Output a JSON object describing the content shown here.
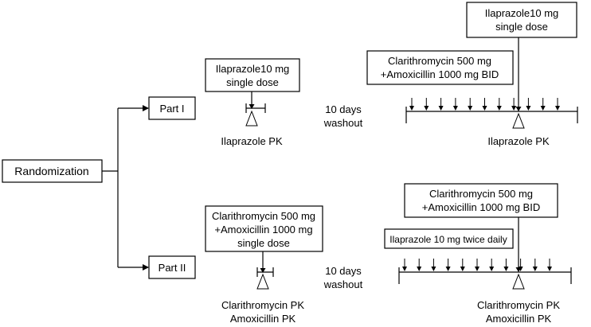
{
  "randomization": {
    "label": "Randomization"
  },
  "part1": {
    "label": "Part I",
    "dose_box": {
      "line1": "Ilaprazole10 mg",
      "line2": "single dose"
    },
    "pk_label": "Ilaprazole PK",
    "washout": {
      "line1": "10 days",
      "line2": "washout"
    },
    "period2": {
      "combo_box": {
        "line1": "Clarithromycin 500 mg",
        "line2": "+Amoxicillin 1000 mg  BID"
      },
      "dose_box": {
        "line1": "Ilaprazole10 mg",
        "line2": "single dose"
      },
      "pk_label": "Ilaprazole PK"
    }
  },
  "part2": {
    "label": "Part II",
    "dose_box": {
      "line1": "Clarithromycin 500 mg",
      "line2": "+Amoxicillin 1000 mg",
      "line3": "single dose"
    },
    "pk_label": {
      "line1": "Clarithromycin PK",
      "line2": "Amoxicillin PK"
    },
    "washout": {
      "line1": "10 days",
      "line2": "washout"
    },
    "period2": {
      "combo_box": {
        "line1": "Clarithromycin 500 mg",
        "line2": "+Amoxicillin 1000 mg BID"
      },
      "ilaprazole_box": {
        "line1": "Ilaprazole 10 mg twice daily"
      },
      "pk_label": {
        "line1": "Clarithromycin PK",
        "line2": "Amoxicillin PK"
      }
    }
  }
}
